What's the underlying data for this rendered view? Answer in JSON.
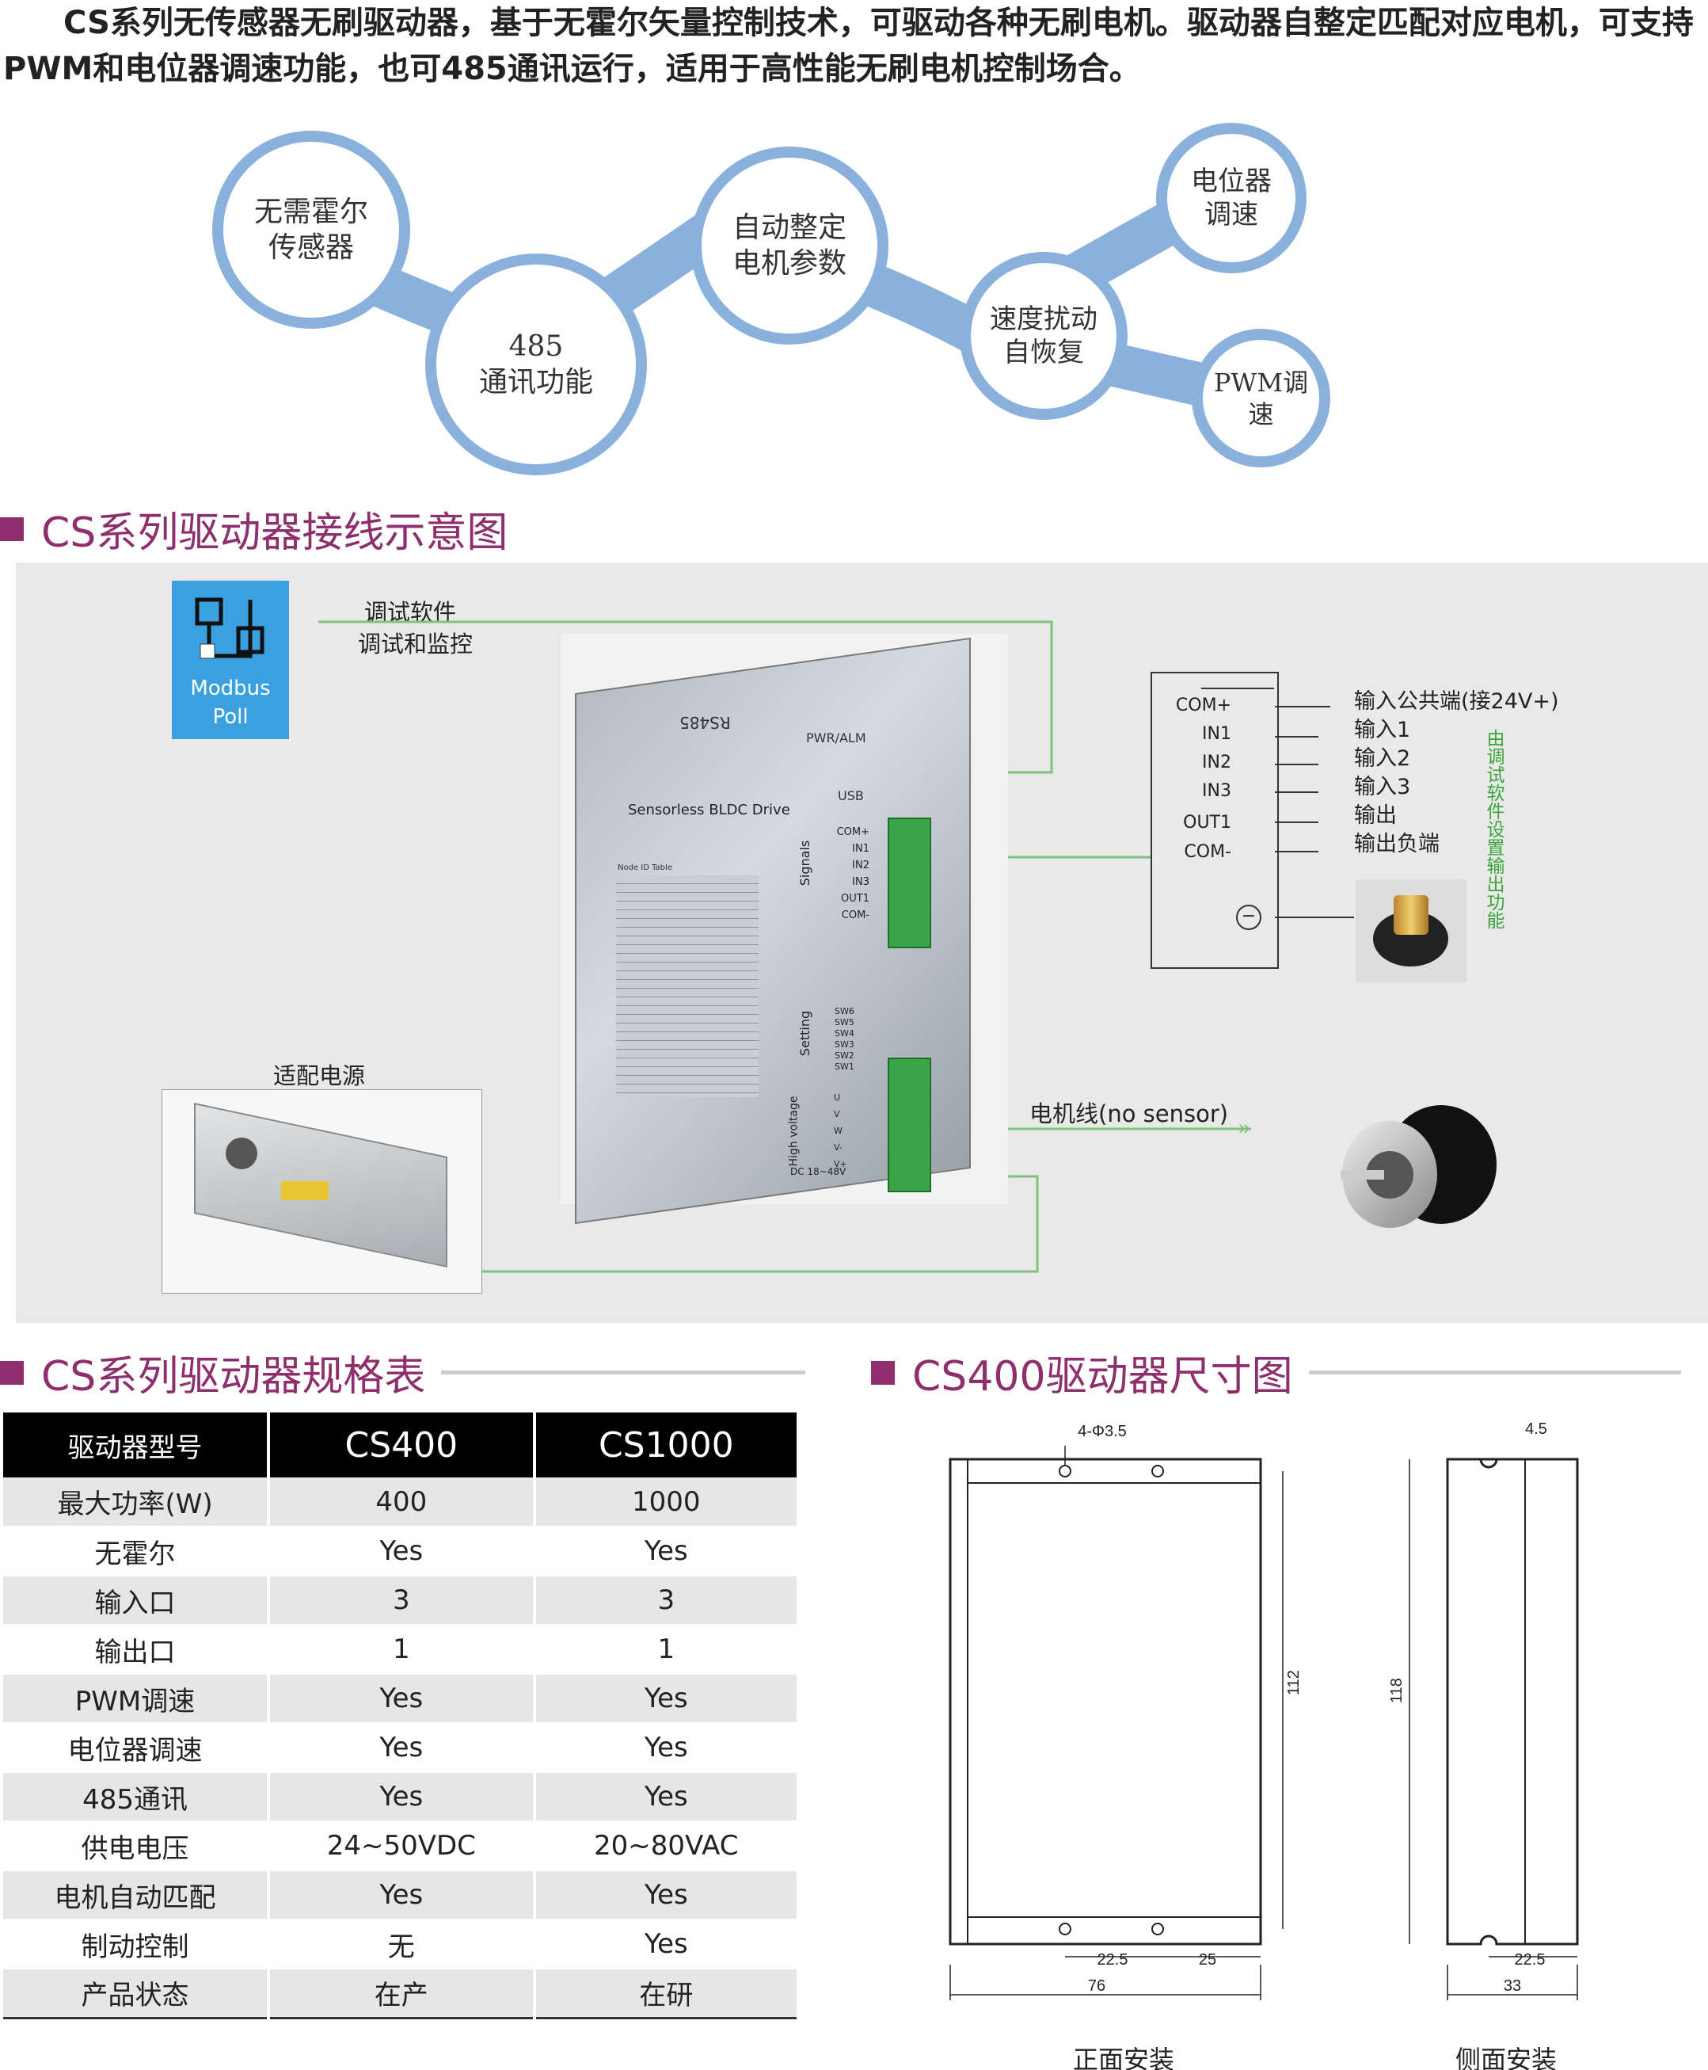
{
  "intro": "CS系列无传感器无刷驱动器，基于无霍尔矢量控制技术，可驱动各种无刷电机。驱动器自整定匹配对应电机，可支持PWM和电位器调速功能，也可485通讯运行，适用于高性能无刷电机控制场合。",
  "features": [
    {
      "l1": "无需霍尔",
      "l2": "传感器"
    },
    {
      "l1": "485",
      "l2": "通讯功能"
    },
    {
      "l1": "自动整定",
      "l2": "电机参数"
    },
    {
      "l1": "速度扰动",
      "l2": "自恢复"
    },
    {
      "l1": "电位器",
      "l2": "调速"
    },
    {
      "l1": "PWM调速",
      "l2": ""
    }
  ],
  "wiring": {
    "title": "CS系列驱动器接线示意图",
    "software_icon": {
      "line1": "Modbus",
      "line2": "Poll"
    },
    "software_label1": "调试软件",
    "software_label2": "调试和监控",
    "power_label": "适配电源",
    "motor_label": "电机线(no sensor)",
    "drive": {
      "rs485": "RS485",
      "pwr": "PWR/ALM",
      "usb": "USB",
      "model": "Sensorless BLDC Drive",
      "signals": "Signals",
      "setting": "Setting",
      "hv": "High voltage",
      "dc": "DC 18~48V",
      "table": "Node ID Table"
    },
    "drive_pins": [
      "COM+",
      "IN1",
      "IN2",
      "IN3",
      "OUT1",
      "COM-"
    ],
    "drive_switches": [
      "SW6",
      "SW5",
      "SW4",
      "SW3",
      "SW2",
      "SW1"
    ],
    "drive_motor": [
      "U",
      "V",
      "W",
      "V-",
      "V+"
    ],
    "pins": [
      {
        "pin": "COM+",
        "desc": "输入公共端(接24V+)"
      },
      {
        "pin": "IN1",
        "desc": "输入1"
      },
      {
        "pin": "IN2",
        "desc": "输入2"
      },
      {
        "pin": "IN3",
        "desc": "输入3"
      },
      {
        "pin": "OUT1",
        "desc": "输出"
      },
      {
        "pin": "COM-",
        "desc": "输出负端"
      }
    ],
    "side_note": "由调试软件设置输出功能"
  },
  "spec": {
    "title": "CS系列驱动器规格表",
    "headers": [
      "驱动器型号",
      "CS400",
      "CS1000"
    ],
    "rows": [
      [
        "最大功率(W)",
        "400",
        "1000"
      ],
      [
        "无霍尔",
        "Yes",
        "Yes"
      ],
      [
        "输入口",
        "3",
        "3"
      ],
      [
        "输出口",
        "1",
        "1"
      ],
      [
        "PWM调速",
        "Yes",
        "Yes"
      ],
      [
        "电位器调速",
        "Yes",
        "Yes"
      ],
      [
        "485通讯",
        "Yes",
        "Yes"
      ],
      [
        "供电电压",
        "24~50VDC",
        "20~80VAC"
      ],
      [
        "电机自动匹配",
        "Yes",
        "Yes"
      ],
      [
        "制动控制",
        "无",
        "Yes"
      ],
      [
        "产品状态",
        "在产",
        "在研"
      ]
    ]
  },
  "dims": {
    "title": "CS400驱动器尺寸图",
    "hole": "4-Φ3.5",
    "h_inner": "112",
    "h_outer": "118",
    "w_a": "22.5",
    "w_b": "25",
    "w_total": "76",
    "side_top": "4.5",
    "side_a": "22.5",
    "side_total": "33",
    "front_caption": "正面安装",
    "side_caption": "侧面安装"
  },
  "colors": {
    "accent": "#8e2e6c",
    "bubble": "#8ab1dc",
    "wire": "#7dc47a",
    "note": "#3aa53a"
  }
}
